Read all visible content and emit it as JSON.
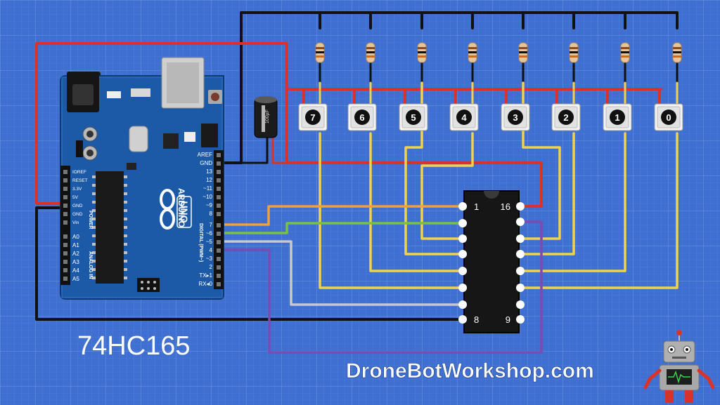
{
  "diagram": {
    "title": "74HC165",
    "website": "DroneBotWorkshop.com",
    "buttons": [
      "7",
      "6",
      "5",
      "4",
      "3",
      "2",
      "1",
      "0"
    ],
    "chip": {
      "pin_1": "1",
      "pin_8": "8",
      "pin_9": "9",
      "pin_16": "16"
    },
    "arduino": {
      "board_brand": "ARDUINO",
      "model": "UNO",
      "right_header_labels": [
        "AREF",
        "GND",
        "13",
        "12",
        "~11",
        "~10",
        "~9",
        "8",
        "7",
        "~6",
        "~5",
        "4",
        "~3",
        "2",
        "TX▸1",
        "RX◂0"
      ],
      "left_header_labels": [
        "IOREF",
        "RESET",
        "3.3V",
        "5V",
        "GND",
        "GND",
        "Vin",
        "A0",
        "A1",
        "A2",
        "A3",
        "A4",
        "A5"
      ],
      "digital_label": "DIGITAL (PWM~)",
      "power_label": "POWER",
      "analog_label": "ANALOG IN"
    },
    "colors": {
      "background": "#3f6fd0",
      "grid": "#5a86dc",
      "wire_red": "#d8332a",
      "wire_black": "#111111",
      "wire_yellow": "#f2d24a",
      "wire_orange": "#f0a13a",
      "wire_green": "#7ac142",
      "wire_gray": "#c9c9c9",
      "wire_purple": "#7a4bb0",
      "board": "#1c5aa8"
    }
  }
}
